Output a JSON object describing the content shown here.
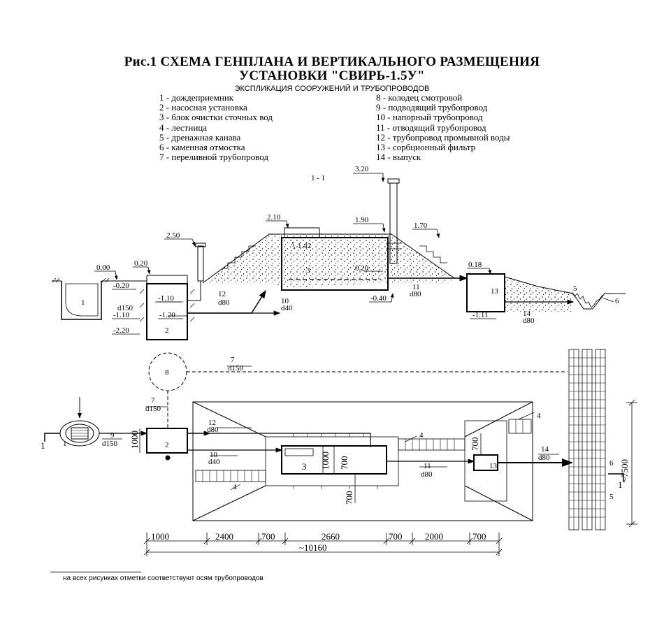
{
  "title": {
    "line1": "Рис.1 СХЕМА ГЕНПЛАНА И ВЕРТИКАЛЬНОГО РАЗМЕЩЕНИЯ",
    "line2": "УСТАНОВКИ \"СВИРЬ-1.5У\""
  },
  "legend": {
    "heading": "ЭКСПЛИКАЦИЯ СООРУЖЕНИЙ И ТРУБОПРОВОДОВ",
    "left": [
      "1 - дождеприемник",
      "2 - насосная установка",
      "3 - блок очистки сточных вод",
      "4 - лестница",
      "5 - дренажная канава",
      "6 - каменная отмостка",
      "7 - переливной трубопровод"
    ],
    "right": [
      "8 - колодец смотровой",
      "9 - подводящий трубопровод",
      "10 - напорный трубопровод",
      "11 - отводящий трубопровод",
      "12 - трубопровод промывной воды",
      "13 - сорбционный фильтр",
      "14 - выпуск"
    ]
  },
  "section": {
    "label": "1 - 1",
    "elevations": {
      "e320": "3.20",
      "e250": "2.50",
      "e210": "2.10",
      "e190": "1.90",
      "e170": "1.70",
      "e142": "1.42",
      "e020a": "0.20",
      "e020b": "0.20",
      "e018": "0.18",
      "e000": "0.00",
      "em020": "-0.20",
      "em040": "-0.40",
      "em110a": "-1.10",
      "em110b": "-1.10",
      "em111": "-1.11",
      "em120": "-1.20",
      "em220": "-2.20"
    },
    "items": {
      "n1": "1",
      "n2": "2",
      "n3": "3",
      "n5": "5",
      "n6": "6",
      "n13": "13"
    },
    "pipes": {
      "p10": "10",
      "p10d": "d40",
      "p11": "11",
      "p11d": "d80",
      "p12": "12",
      "p12d": "d80",
      "p14": "14",
      "p14d": "d80",
      "pd150": "d150"
    }
  },
  "plan": {
    "items": {
      "n1": "1",
      "n2": "2",
      "n3": "3",
      "n4a": "4",
      "n4b": "4",
      "n4c": "4",
      "n5": "5",
      "n6": "6",
      "n8": "8",
      "n13": "13",
      "cut_left": "1",
      "cut_right": "1"
    },
    "pipes": {
      "p7a": "7",
      "p7ad": "d150",
      "p7b": "7",
      "p7bd": "d150",
      "p9": "9",
      "p9d": "d150",
      "p10": "10",
      "p10d": "d40",
      "p11": "11",
      "p11d": "d80",
      "p12": "12",
      "p12d": "d80",
      "p14": "14",
      "p14d": "d80"
    },
    "dims_inner": {
      "d1000a": "1000",
      "d1000b": "1000",
      "d700a": "700",
      "d700b": "700",
      "d700c": "700"
    },
    "dims_bottom": [
      "1000",
      "2400",
      "700",
      "2660",
      "700",
      "2000",
      "700"
    ],
    "dim_total": "~10160",
    "dim_right": "~7500"
  },
  "footnote": "на всех рисунках отметки соответствуют осям трубопроводов"
}
